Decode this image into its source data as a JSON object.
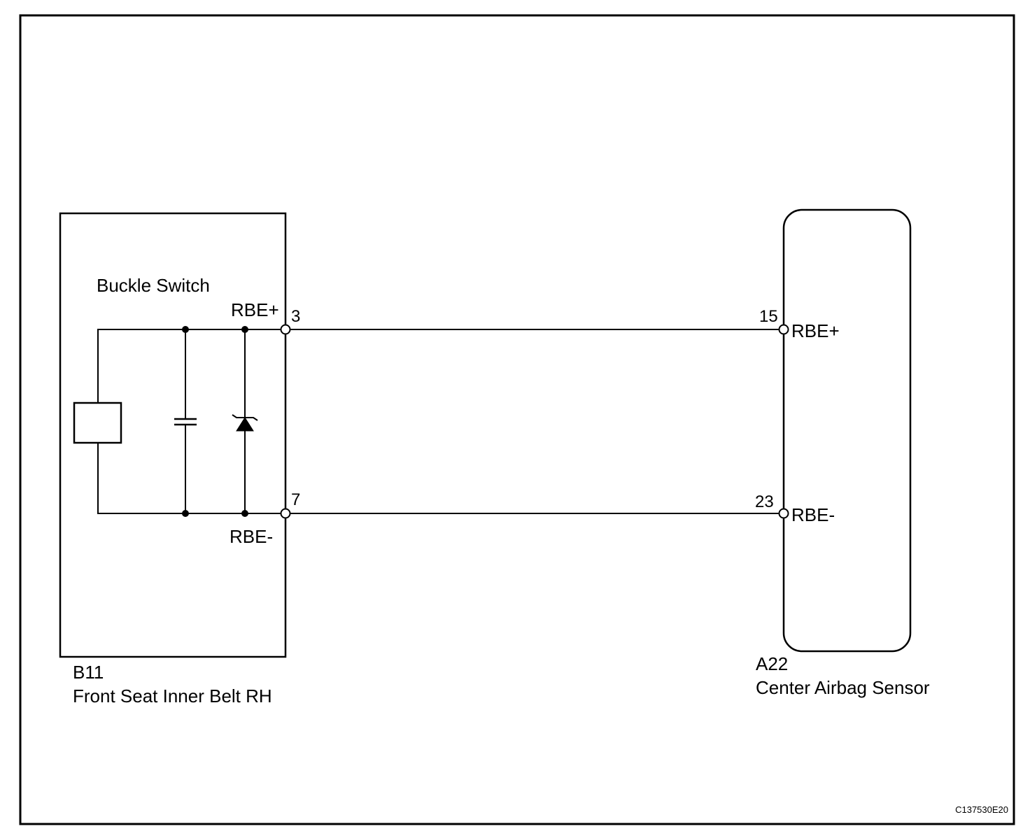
{
  "colors": {
    "line": "#000000",
    "background": "#ffffff"
  },
  "left_component": {
    "code": "B11",
    "name": "Front Seat Inner Belt RH",
    "switch_label": "Buckle Switch",
    "pin_top": {
      "number": "3",
      "signal": "RBE+"
    },
    "pin_bottom": {
      "number": "7",
      "signal": "RBE-"
    }
  },
  "right_component": {
    "code": "A22",
    "name": "Center Airbag Sensor",
    "pin_top": {
      "number": "15",
      "signal": "RBE+"
    },
    "pin_bottom": {
      "number": "23",
      "signal": "RBE-"
    }
  },
  "figure_id": "C137530E20"
}
